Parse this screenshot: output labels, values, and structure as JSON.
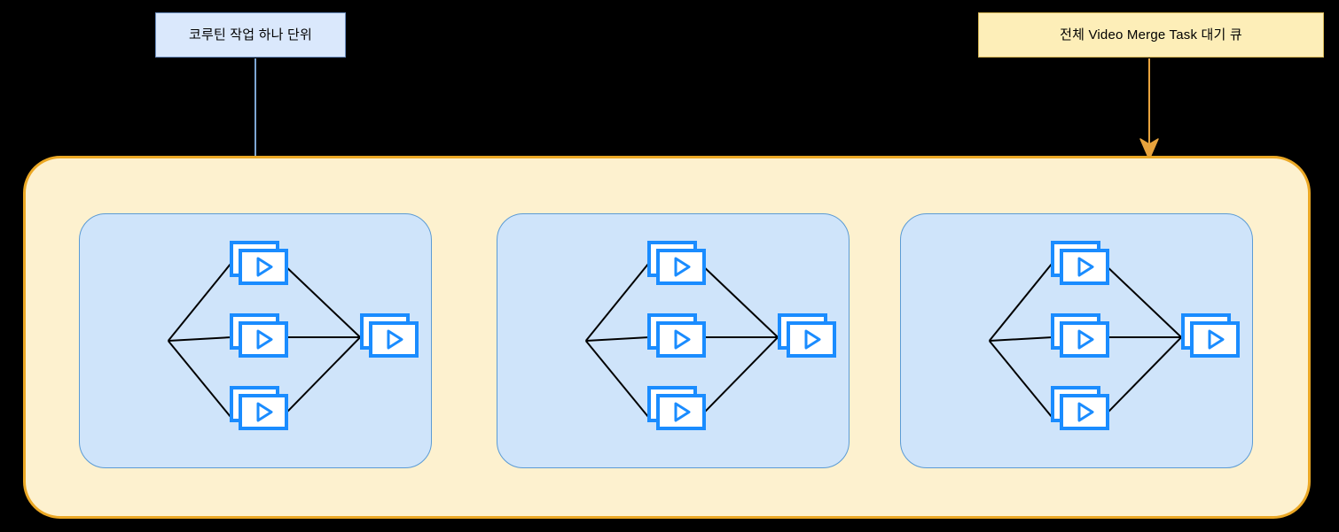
{
  "diagram": {
    "title_labels": {
      "coroutine": {
        "text": "코루틴 작업 하나 단위",
        "fill": "#dae8fc",
        "border": "#6c8ebf",
        "arrow_color": "#7ea6d4"
      },
      "queue": {
        "text": "전체 Video Merge Task 대기 큐",
        "fill": "#fdeeb8",
        "border": "#d6b656",
        "arrow_color": "#e8a33d"
      }
    },
    "queue_container": {
      "name": "video-merge-task-queue",
      "fill": "#fdf1cf",
      "border": "#eba825",
      "corner_radius": 42
    },
    "panel_style": {
      "fill": "#cfe4fa",
      "border": "#5b9bd5",
      "corner_radius": 30
    },
    "icon": {
      "name": "video-clip-icon",
      "stroke": "#1a8cff",
      "fill": "#ffffff",
      "play_glyph": "triangle-outline"
    },
    "edge_color": "#000000",
    "panels": [
      {
        "id": "task-1",
        "inputs": [
          "video-clip-1",
          "video-clip-2",
          "video-clip-3"
        ],
        "output": "merged-video-1"
      },
      {
        "id": "task-2",
        "inputs": [
          "video-clip-1",
          "video-clip-2",
          "video-clip-3"
        ],
        "output": "merged-video-2"
      },
      {
        "id": "task-3",
        "inputs": [
          "video-clip-1",
          "video-clip-2",
          "video-clip-3"
        ],
        "output": "merged-video-3"
      }
    ]
  }
}
